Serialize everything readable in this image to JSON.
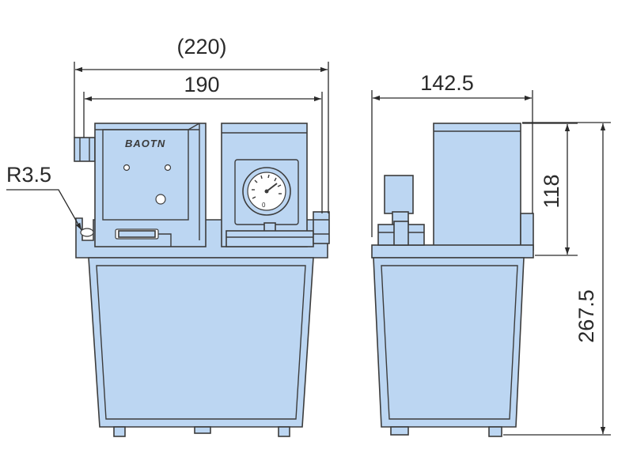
{
  "dimensions": {
    "overall_width": "(220)",
    "body_width": "190",
    "side_depth": "142.5",
    "upper_height": "118",
    "total_height": "267.5",
    "radius": "R3.5"
  },
  "brand_label": "BAOTN",
  "colors": {
    "body_fill": "#bcd6f2",
    "outline": "#3c3c3c",
    "dimension_line": "#2a2a2a"
  },
  "icons": [
    "pressure-gauge-icon"
  ]
}
